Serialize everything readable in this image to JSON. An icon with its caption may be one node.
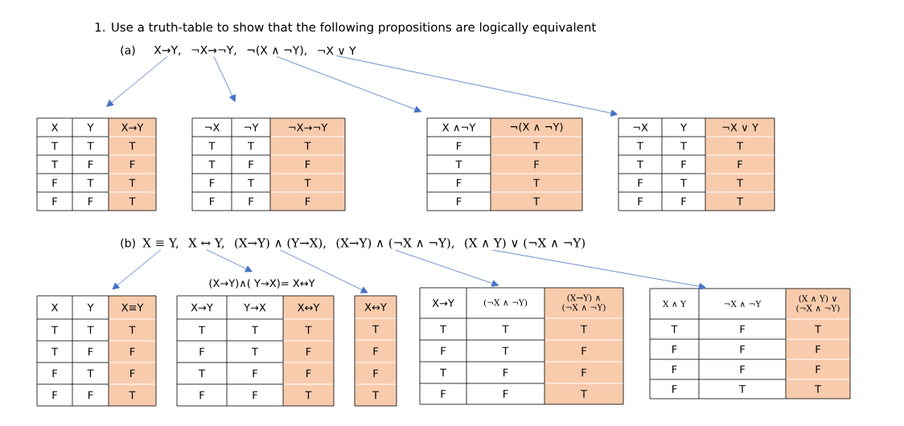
{
  "diagram": {
    "title": "1. Use a truth-table to show that the following propositions are logically equivalent",
    "nodes": [
      {
        "text": [
          "X→Y,"
        ]
      },
      {
        "text": [
          "¬X→¬Y,"
        ]
      },
      {
        "text": [
          "¬(X ∧ ¬Y),"
        ]
      },
      {
        "text": [
          "¬X ∨ Y"
        ]
      },
      {
        "text": [
          "X",
          "Y",
          "X→Y",
          "T",
          "T",
          "T",
          "T",
          "F",
          "F",
          "F",
          "T",
          "T",
          "F",
          "F",
          "T"
        ]
      },
      {
        "text": [
          "¬X",
          "¬Y",
          "¬X→¬Y",
          "T",
          "T",
          "T",
          "T",
          "F",
          "F",
          "F",
          "T",
          "T",
          "F",
          "F",
          "F"
        ]
      },
      {
        "text": [
          "X ∧¬Y",
          "¬(X ∧ ¬Y)",
          "F",
          "T",
          "T",
          "F",
          "F",
          "T",
          "F",
          "T"
        ]
      },
      {
        "text": [
          "¬X",
          "Y",
          "¬X ∨ Y",
          "T",
          "T",
          "T",
          "T",
          "F",
          "F",
          "F",
          "T",
          "T",
          "F",
          "F",
          "T"
        ]
      },
      {
        "text": [
          "X ≡ Y,"
        ]
      },
      {
        "text": [
          "X ↔ Y,"
        ]
      },
      {
        "text": [
          "(X→Y) ∧ (Y→X),"
        ]
      },
      {
        "text": [
          "(X→Y) ∧ (¬X ∧ ¬Y),"
        ]
      },
      {
        "text": [
          "(X ∧ Y) ∨ (¬X ∧ ¬Y)"
        ]
      },
      {
        "text": [
          "X",
          "Y",
          "X≡Y",
          "T",
          "T",
          "T",
          "T",
          "F",
          "F",
          "F",
          "T",
          "F",
          "F",
          "F",
          "T"
        ]
      },
      {
        "text": [
          "(X→Y)∧( Y→X)= X↔Y",
          "X→Y",
          "Y→X",
          "X↔Y",
          "T",
          "T",
          "T",
          "F",
          "T",
          "F",
          "T",
          "F",
          "F",
          "F",
          "F",
          "T"
        ]
      },
      {
        "text": [
          "X↔Y",
          "T",
          "F",
          "F",
          "T"
        ]
      },
      {
        "text": [
          "X→Y",
          "(¬X ∧ ¬Y)",
          "(X→Y) ∧ (¬X ∧ ¬Y)",
          "T",
          "T",
          "T",
          "F",
          "T",
          "F",
          "T",
          "F",
          "F",
          "F",
          "F",
          "T"
        ]
      },
      {
        "text": [
          "X ∧ Y",
          "¬X ∧ ¬Y",
          "(X ∧ Y) ∨ (¬X ∧ ¬Y)",
          "T",
          "F",
          "T",
          "F",
          "F",
          "F",
          "F",
          "F",
          "F",
          "F",
          "T",
          "T"
        ]
      }
    ],
    "edges": [
      {
        "from": 0,
        "to": 4,
        "arrow": "to"
      },
      {
        "from": 1,
        "to": 5,
        "arrow": "to"
      },
      {
        "from": 2,
        "to": 6,
        "arrow": "to"
      },
      {
        "from": 3,
        "to": 7,
        "arrow": "to"
      },
      {
        "from": 8,
        "to": 13,
        "arrow": "to"
      },
      {
        "from": 9,
        "to": 14,
        "arrow": "to"
      },
      {
        "from": 10,
        "to": 15,
        "arrow": "to"
      },
      {
        "from": 11,
        "to": 16,
        "arrow": "to"
      },
      {
        "from": 12,
        "to": 17,
        "arrow": "to"
      }
    ],
    "labels": [
      "(a)",
      "(b)"
    ]
  }
}
